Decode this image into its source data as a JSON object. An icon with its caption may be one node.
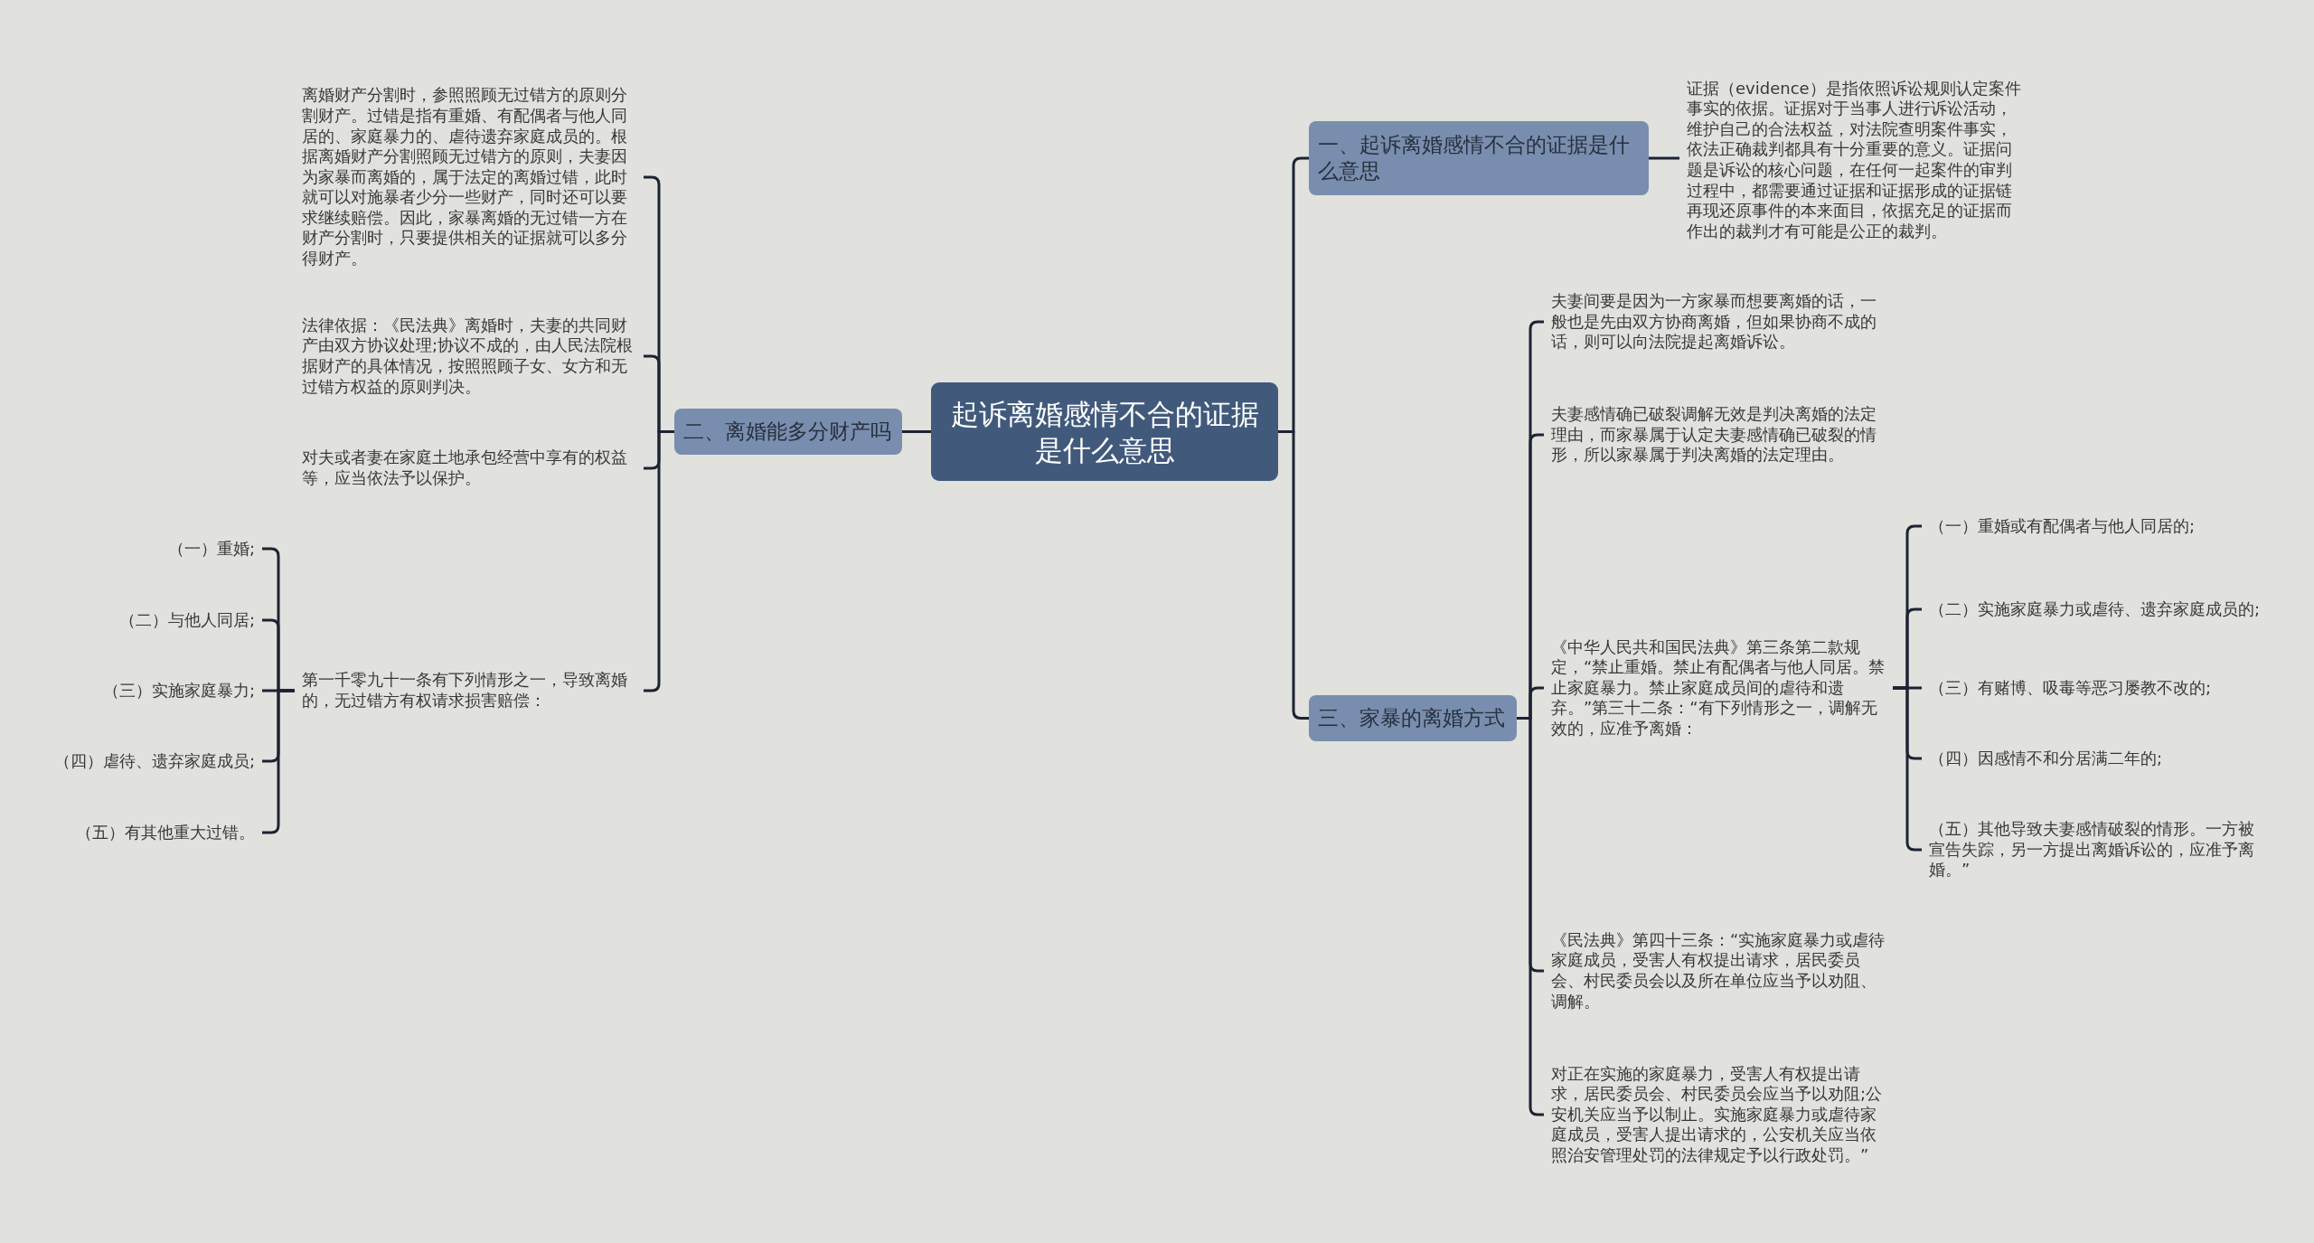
{
  "diagram": {
    "nodes": [
      {
        "text": [
          "起诉离婚感情不合的证据是什么意思"
        ]
      },
      {
        "text": [
          "一、起诉离婚感情不合的证据是什么意思"
        ]
      },
      {
        "text": [
          "证据（evidence）是指依照诉讼规则认定案件事实的依据。证据对于当事人进行诉讼活动，维护自己的合法权益，对法院查明案件事实，依法正确裁判都具有十分重要的意义。证据问题是诉讼的核心问题，在任何一起案件的审判过程中，都需要通过证据和证据形成的证据链再现还原事件的本来面目，依据充足的证据而作出的裁判才有可能是公正的裁判。"
        ]
      },
      {
        "text": [
          "二、离婚能多分财产吗"
        ]
      },
      {
        "text": [
          "离婚财产分割时，参照照顾无过错方的原则分割财产。过错是指有重婚、有配偶者与他人同居的、家庭暴力的、虐待遗弃家庭成员的。根据离婚财产分割照顾无过错方的原则，夫妻因为家暴而离婚的，属于法定的离婚过错，此时就可以对施暴者少分一些财产，同时还可以要求继续赔偿。因此，家暴离婚的无过错一方在财产分割时，只要提供相关的证据就可以多分得财产。"
        ]
      },
      {
        "text": [
          "法律依据：《民法典》离婚时，夫妻的共同财产由双方协议处理;协议不成的，由人民法院根据财产的具体情况，按照照顾子女、女方和无过错方权益的原则判决。"
        ]
      },
      {
        "text": [
          "对夫或者妻在家庭土地承包经营中享有的权益等，应当依法予以保护。"
        ]
      },
      {
        "text": [
          "第一千零九十一条有下列情形之一，导致离婚的，无过错方有权请求损害赔偿："
        ]
      },
      {
        "text": [
          "（一）重婚;"
        ]
      },
      {
        "text": [
          "（二）与他人同居;"
        ]
      },
      {
        "text": [
          "（三）实施家庭暴力;"
        ]
      },
      {
        "text": [
          "（四）虐待、遗弃家庭成员;"
        ]
      },
      {
        "text": [
          "（五）有其他重大过错。"
        ]
      },
      {
        "text": [
          "三、家暴的离婚方式"
        ]
      },
      {
        "text": [
          "夫妻间要是因为一方家暴而想要离婚的话，一般也是先由双方协商离婚，但如果协商不成的话，则可以向法院提起离婚诉讼。"
        ]
      },
      {
        "text": [
          "夫妻感情确已破裂调解无效是判决离婚的法定理由，而家暴属于认定夫妻感情确已破裂的情形，所以家暴属于判决离婚的法定理由。"
        ]
      },
      {
        "text": [
          "《中华人民共和国民法典》第三条第二款规定，“禁止重婚。禁止有配偶者与他人同居。禁止家庭暴力。禁止家庭成员间的虐待和遗弃。”第三十二条：“有下列情形之一，调解无效的，应准予离婚："
        ]
      },
      {
        "text": [
          "（一）重婚或有配偶者与他人同居的;"
        ]
      },
      {
        "text": [
          "（二）实施家庭暴力或虐待、遗弃家庭成员的;"
        ]
      },
      {
        "text": [
          "（三）有赌博、吸毒等恶习屡教不改的;"
        ]
      },
      {
        "text": [
          "（四）因感情不和分居满二年的;"
        ]
      },
      {
        "text": [
          "（五）其他导致夫妻感情破裂的情形。一方被宣告失踪，另一方提出离婚诉讼的，应准予离婚。”"
        ]
      },
      {
        "text": [
          "《民法典》第四十三条：“实施家庭暴力或虐待家庭成员，受害人有权提出请求，居民委员会、村民委员会以及所在单位应当予以劝阻、调解。"
        ]
      },
      {
        "text": [
          "对正在实施的家庭暴力，受害人有权提出请求，居民委员会、村民委员会应当予以劝阻;公安机关应当予以制止。实施家庭暴力或虐待家庭成员，受害人提出请求的，公安机关应当依照治安管理处罚的法律规定予以行政处罚。”"
        ]
      }
    ],
    "edges": [
      {
        "from": 0,
        "to": 1,
        "arrow": "none"
      },
      {
        "from": 1,
        "to": 2,
        "arrow": "none"
      },
      {
        "from": 0,
        "to": 3,
        "arrow": "none"
      },
      {
        "from": 3,
        "to": 4,
        "arrow": "none"
      },
      {
        "from": 3,
        "to": 5,
        "arrow": "none"
      },
      {
        "from": 3,
        "to": 6,
        "arrow": "none"
      },
      {
        "from": 3,
        "to": 7,
        "arrow": "none"
      },
      {
        "from": 7,
        "to": 8,
        "arrow": "none"
      },
      {
        "from": 7,
        "to": 9,
        "arrow": "none"
      },
      {
        "from": 7,
        "to": 10,
        "arrow": "none"
      },
      {
        "from": 7,
        "to": 11,
        "arrow": "none"
      },
      {
        "from": 7,
        "to": 12,
        "arrow": "none"
      },
      {
        "from": 0,
        "to": 13,
        "arrow": "none"
      },
      {
        "from": 13,
        "to": 14,
        "arrow": "none"
      },
      {
        "from": 13,
        "to": 15,
        "arrow": "none"
      },
      {
        "from": 13,
        "to": 16,
        "arrow": "none"
      },
      {
        "from": 16,
        "to": 17,
        "arrow": "none"
      },
      {
        "from": 16,
        "to": 18,
        "arrow": "none"
      },
      {
        "from": 16,
        "to": 19,
        "arrow": "none"
      },
      {
        "from": 16,
        "to": 20,
        "arrow": "none"
      },
      {
        "from": 16,
        "to": 21,
        "arrow": "none"
      },
      {
        "from": 13,
        "to": 22,
        "arrow": "none"
      },
      {
        "from": 13,
        "to": 23,
        "arrow": "none"
      }
    ]
  }
}
